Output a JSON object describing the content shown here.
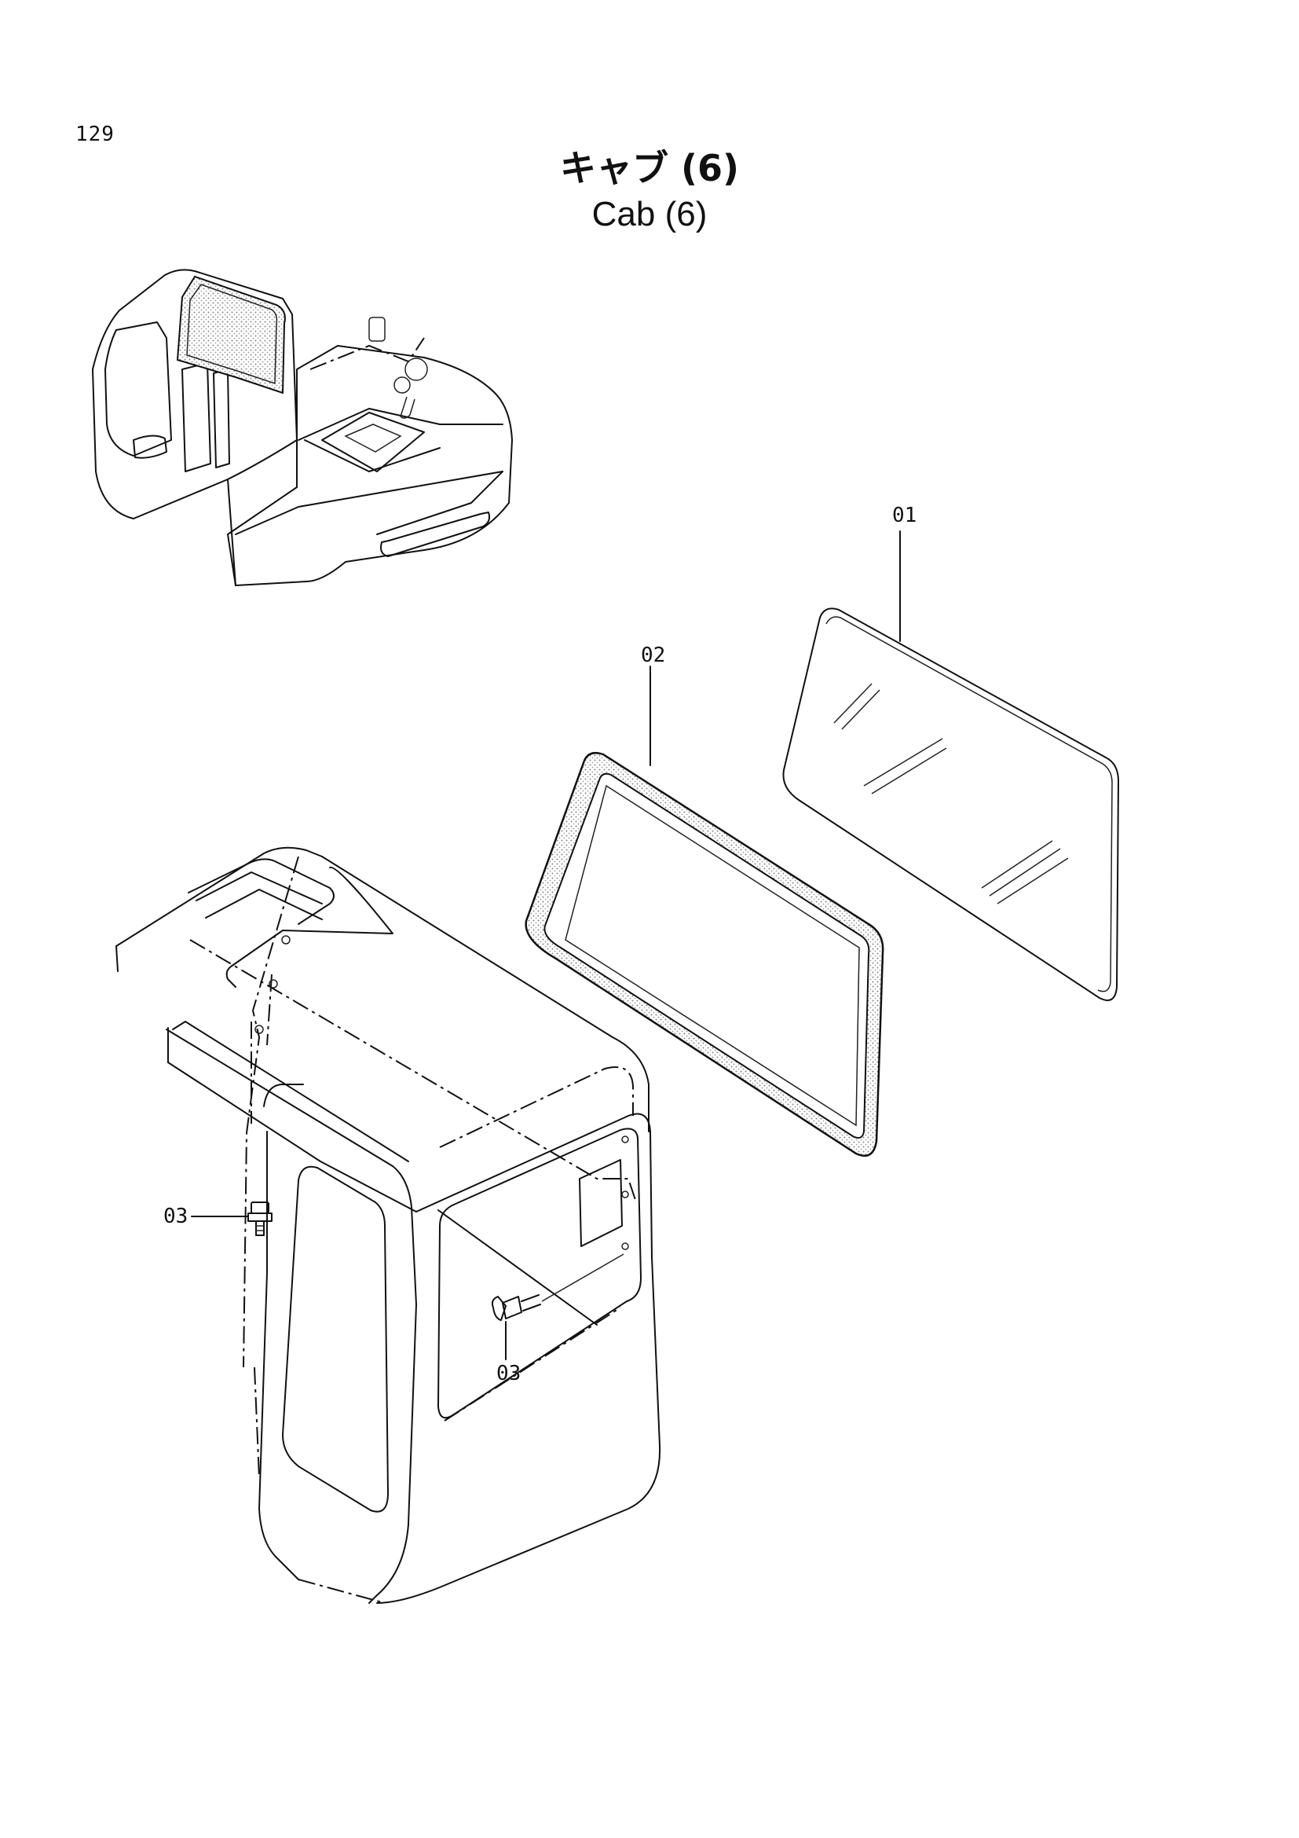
{
  "page": {
    "number": "129",
    "title_jp": "キャブ (6)",
    "title_en": "Cab (6)"
  },
  "callouts": {
    "glass": "01",
    "seal": "02",
    "bolt_left": "03",
    "bolt_right": "03"
  },
  "colors": {
    "ink": "#111111",
    "stipple": "#9a9a9a",
    "background": "#ffffff"
  }
}
